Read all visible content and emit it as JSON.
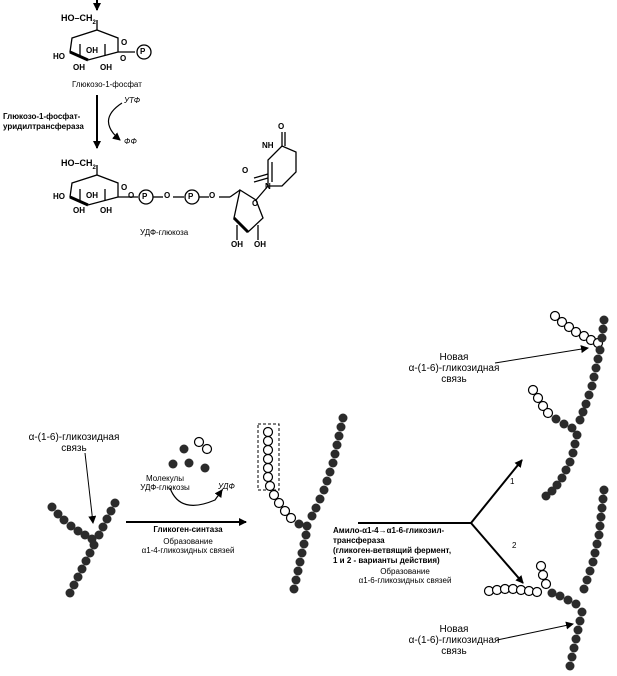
{
  "top": {
    "label_ho_ch2_1": "HO–CH",
    "sub_2": "2",
    "label_oh": "OH",
    "label_ho": "HO",
    "label_o": "O",
    "label_p": "P",
    "caption_g1p": "Глюкозо-1-фосфат",
    "enzyme_line1": "Глюкозо-1-фосфат-",
    "enzyme_line2": "уридилтрансфераза",
    "utp": "УТФ",
    "ff": "ФФ",
    "caption_udpg": "УДФ-глюкоза",
    "uracil_n": "N",
    "uracil_nh": "NH"
  },
  "bottom": {
    "alpha16_left_1": "α-(1-6)-гликозидная",
    "alpha16_left_2": "связь",
    "molecules_1": "Молекулы",
    "molecules_2": "УДФ-глюкозы",
    "udp": "УДФ",
    "gs_name": "Гликоген-синтаза",
    "gs_desc_1": "Образование",
    "gs_desc_2": "α1-4-гликозидных связей",
    "be_1": "Амило-α1-4→α1-6-гликозил-",
    "be_2": "трансфераза",
    "be_3": "(гликоген-ветвящий фермент,",
    "be_4": "1 и 2 - варианты действия)",
    "be_desc_1": "Образование",
    "be_desc_2": "α1-6-гликозидных связей",
    "path1": "1",
    "path2": "2",
    "new1_1": "Новая",
    "new1_2": "α-(1-6)-гликозидная",
    "new1_3": "связь",
    "new2_1": "Новая",
    "new2_2": "α-(1-6)-гликозидная",
    "new2_3": "связь"
  }
}
